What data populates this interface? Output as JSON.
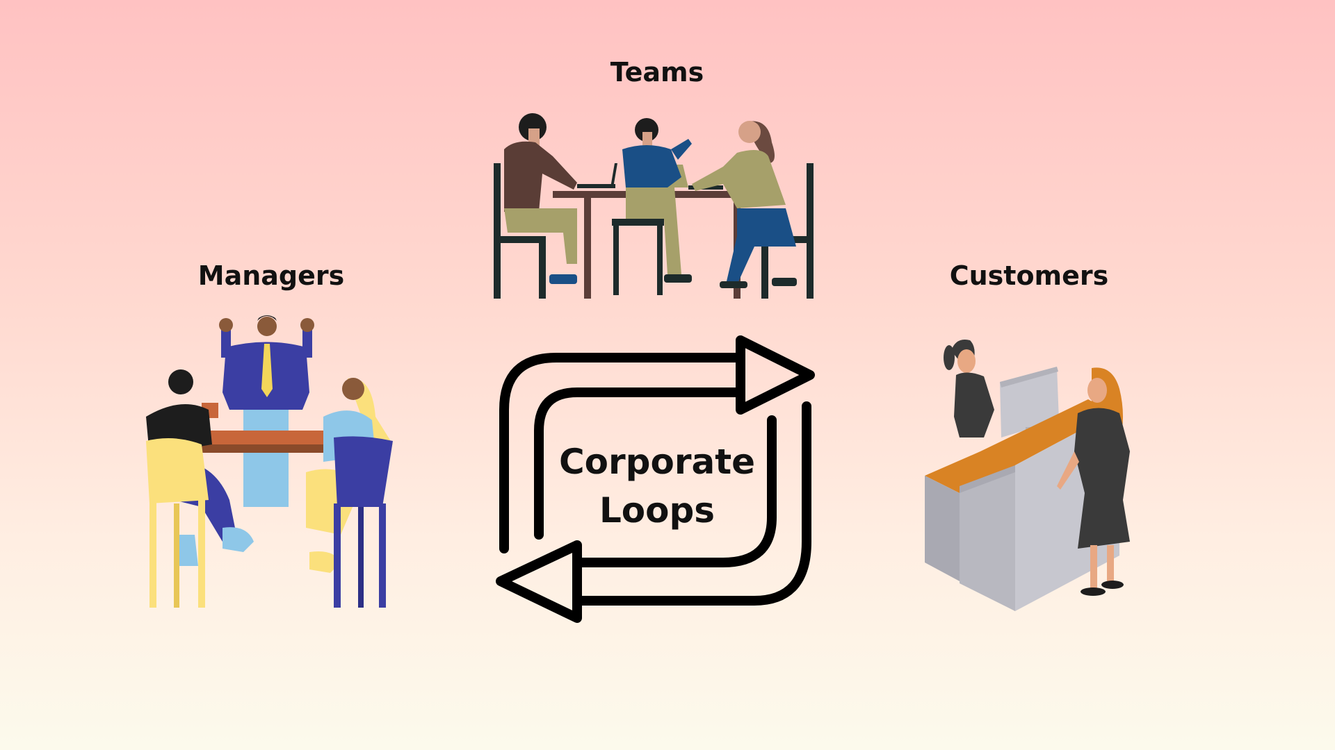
{
  "diagram": {
    "title_lines": [
      "Corporate",
      "Loops"
    ],
    "nodes": [
      {
        "label": "Teams",
        "illustration": "team-meeting-illustration"
      },
      {
        "label": "Managers",
        "illustration": "managers-meeting-illustration"
      },
      {
        "label": "Customers",
        "illustration": "customer-reception-illustration"
      }
    ],
    "loop_icon": "cycle-arrows-icon"
  },
  "colors": {
    "background_top": "#ffc2c2",
    "background_bottom": "#fcfaec",
    "text": "#111111"
  }
}
